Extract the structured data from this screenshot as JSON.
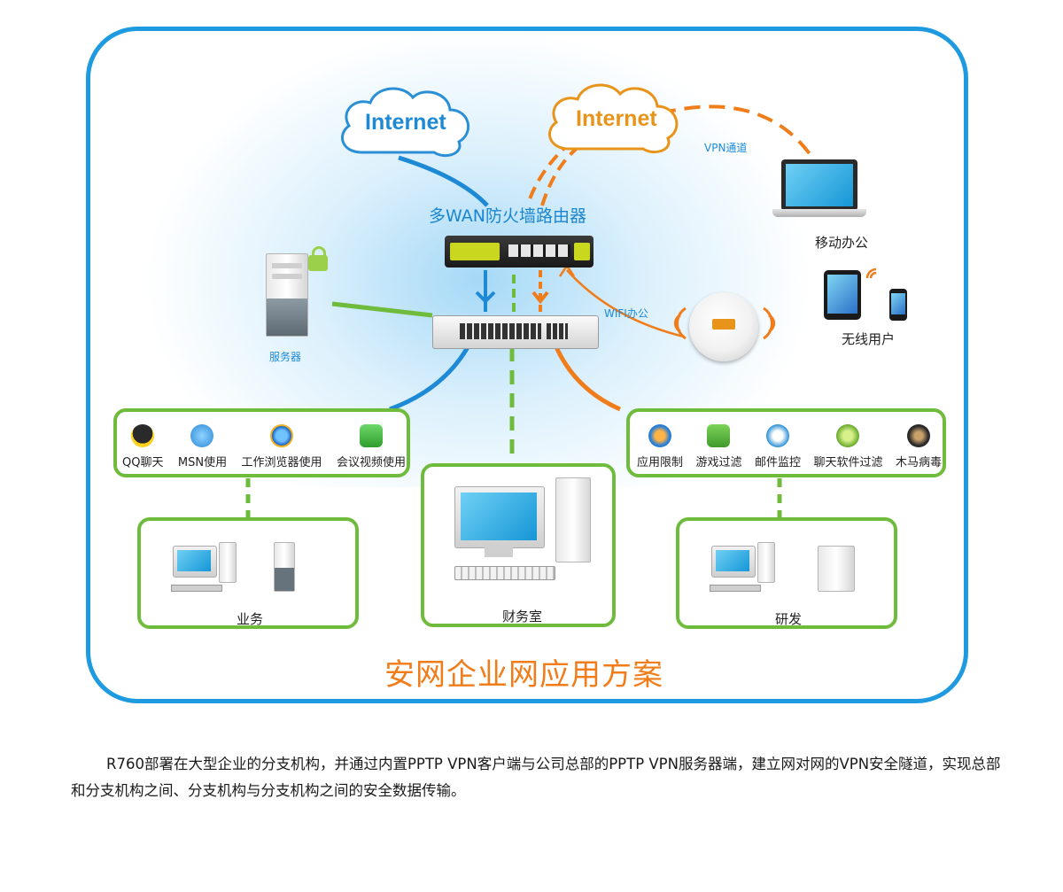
{
  "clouds": {
    "left": {
      "label": "Internet",
      "color": "#1e8ad6"
    },
    "right": {
      "label": "Internet",
      "color": "#e8941a"
    }
  },
  "vpn_label": "VPN通道",
  "router_label": "多WAN防火墙路由器",
  "wifi_label": "WIFI办公",
  "server_label": "服务器",
  "mobile_office_label": "移动办公",
  "wireless_users_label": "无线用户",
  "left_apps": [
    {
      "icon": "qq-icon",
      "label": "QQ聊天"
    },
    {
      "icon": "msn-icon",
      "label": "MSN使用"
    },
    {
      "icon": "ie-browser-icon",
      "label": "工作浏览器使用"
    },
    {
      "icon": "phone-icon",
      "label": "会议视频使用"
    }
  ],
  "right_apps": [
    {
      "icon": "app-limit-icon",
      "label": "应用限制"
    },
    {
      "icon": "gamepad-icon",
      "label": "游戏过滤"
    },
    {
      "icon": "mail-icon",
      "label": "邮件监控"
    },
    {
      "icon": "chat-software-icon",
      "label": "聊天软件过滤"
    },
    {
      "icon": "trojan-icon",
      "label": "木马病毒"
    }
  ],
  "departments": {
    "left": "业务",
    "center": "财务室",
    "right": "研发"
  },
  "solution_title": "安网企业网应用方案",
  "description": "R760部署在大型企业的分支机构，并通过内置PPTP VPN客户端与公司总部的PPTP VPN服务器端，建立网对网的VPN安全隧道，实现总部和分支机构之间、分支机构与分支机构之间的安全数据传输。",
  "colors": {
    "frame": "#1e9be0",
    "green": "#6fbb3c",
    "orange": "#f07c1a",
    "blue": "#1e8ad6"
  }
}
